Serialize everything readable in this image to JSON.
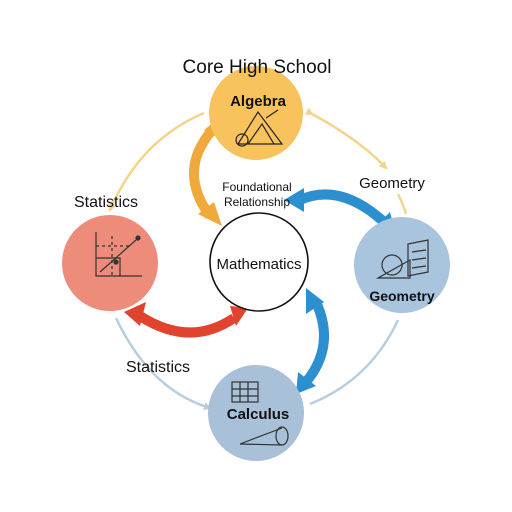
{
  "title": "Core High School",
  "center": {
    "label": "Mathematics"
  },
  "center_note": {
    "line1": "Foundational",
    "line2": "Relationship"
  },
  "nodes": {
    "algebra": {
      "label": "Algebra",
      "color": "#f8c35c"
    },
    "geometry": {
      "label": "Geometry",
      "color": "#a9c4dd"
    },
    "calculus": {
      "label": "Calculus",
      "color": "#a8c0d8"
    },
    "statistics": {
      "label": "",
      "color": "#ee8c7c"
    }
  },
  "outer_labels": {
    "statistics_top": "Statistics",
    "geometry_top": "Geometry",
    "statistics_bottom": "Statistics"
  },
  "colors": {
    "arrow_orange": "#f0aa3c",
    "arrow_blue": "#2b8fd0",
    "arrow_red": "#e0442e",
    "ring_yellow": "#f3d48a",
    "ring_blue": "#b8cde0"
  }
}
